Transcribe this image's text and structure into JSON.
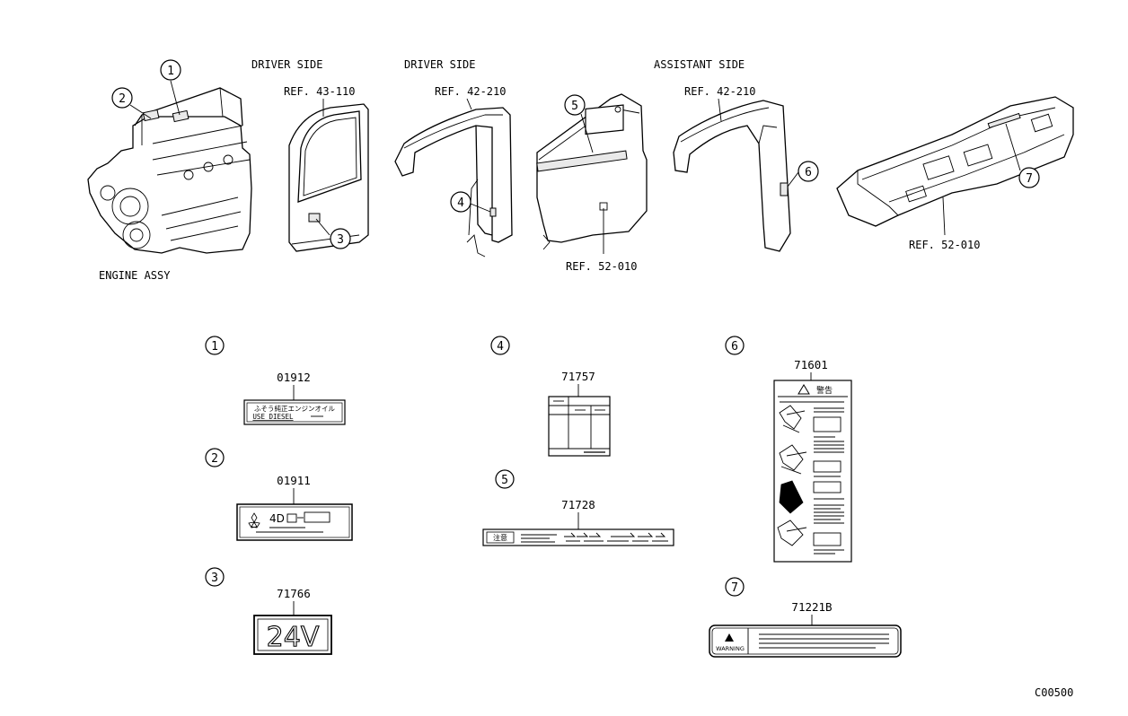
{
  "labels": {
    "driver_side_1": "DRIVER SIDE",
    "driver_side_2": "DRIVER SIDE",
    "assistant_side": "ASSISTANT SIDE",
    "engine_assy": "ENGINE ASSY",
    "ref_43_110": "REF. 43-110",
    "ref_42_210_a": "REF. 42-210",
    "ref_42_210_b": "REF. 42-210",
    "ref_52_010_a": "REF. 52-010",
    "ref_52_010_b": "REF. 52-010",
    "figure_code": "C00500"
  },
  "callouts": [
    "1",
    "2",
    "3",
    "4",
    "5",
    "6",
    "7"
  ],
  "decals": [
    {
      "index": "1",
      "part_no": "01912",
      "line1": "ふそう純正エンジンオイル",
      "line2": "USE DIESEL"
    },
    {
      "index": "2",
      "part_no": "01911",
      "text": "4D"
    },
    {
      "index": "3",
      "part_no": "71766",
      "text": "24V"
    },
    {
      "index": "4",
      "part_no": "71757"
    },
    {
      "index": "5",
      "part_no": "71728",
      "tag": "注意"
    },
    {
      "index": "6",
      "part_no": "71601",
      "heading": "警告"
    },
    {
      "index": "7",
      "part_no": "71221B",
      "tag": "WARNING"
    }
  ]
}
